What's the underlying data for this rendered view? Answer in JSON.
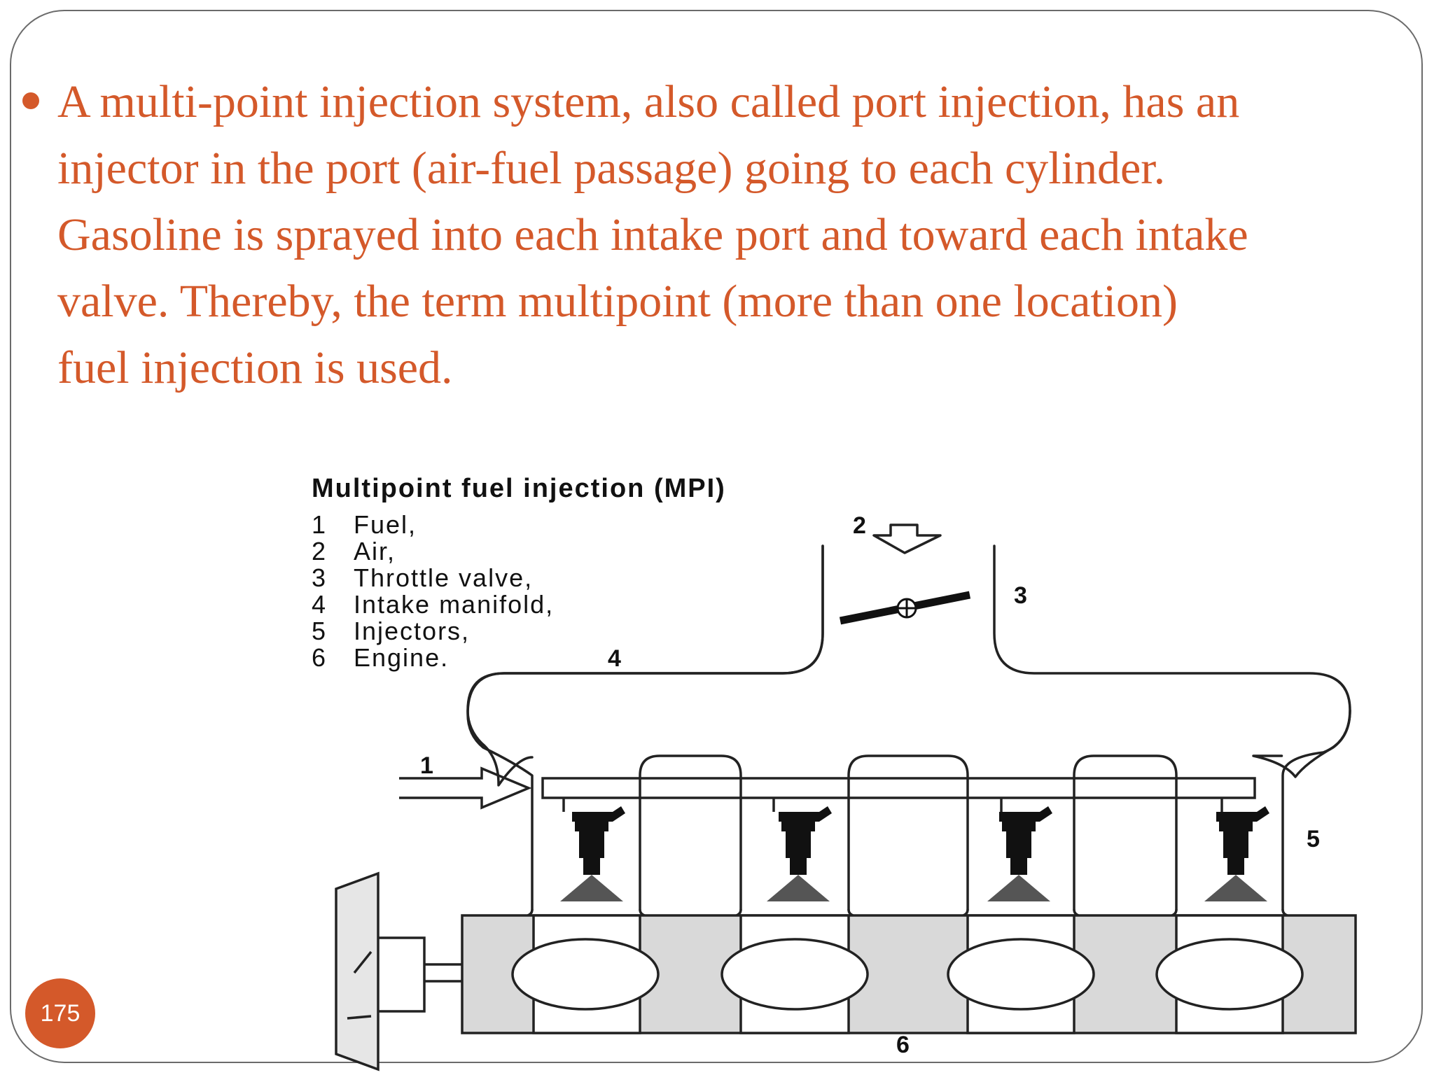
{
  "slide": {
    "bullet_text": "A multi-point  injection  system,  also  called  port injection, has an\ninjector in the port (air-fuel passage) going to each cylinder.\nGasoline is sprayed into each intake port and toward each intake\nvalve. Thereby, the term  multipoint (more  than  one  location)\nfuel  injection is used.",
    "page_number": "175",
    "accent_color": "#d4592a"
  },
  "diagram": {
    "title": "Multipoint fuel injection (MPI)",
    "legend": [
      {
        "num": "1",
        "label": "Fuel,"
      },
      {
        "num": "2",
        "label": "Air,"
      },
      {
        "num": "3",
        "label": "Throttle valve,"
      },
      {
        "num": "4",
        "label": "Intake manifold,"
      },
      {
        "num": "5",
        "label": "Injectors,"
      },
      {
        "num": "6",
        "label": "Engine."
      }
    ],
    "callouts": {
      "fuel": "1",
      "air": "2",
      "throttle": "3",
      "manifold": "4",
      "injectors": "5",
      "engine": "6"
    }
  }
}
